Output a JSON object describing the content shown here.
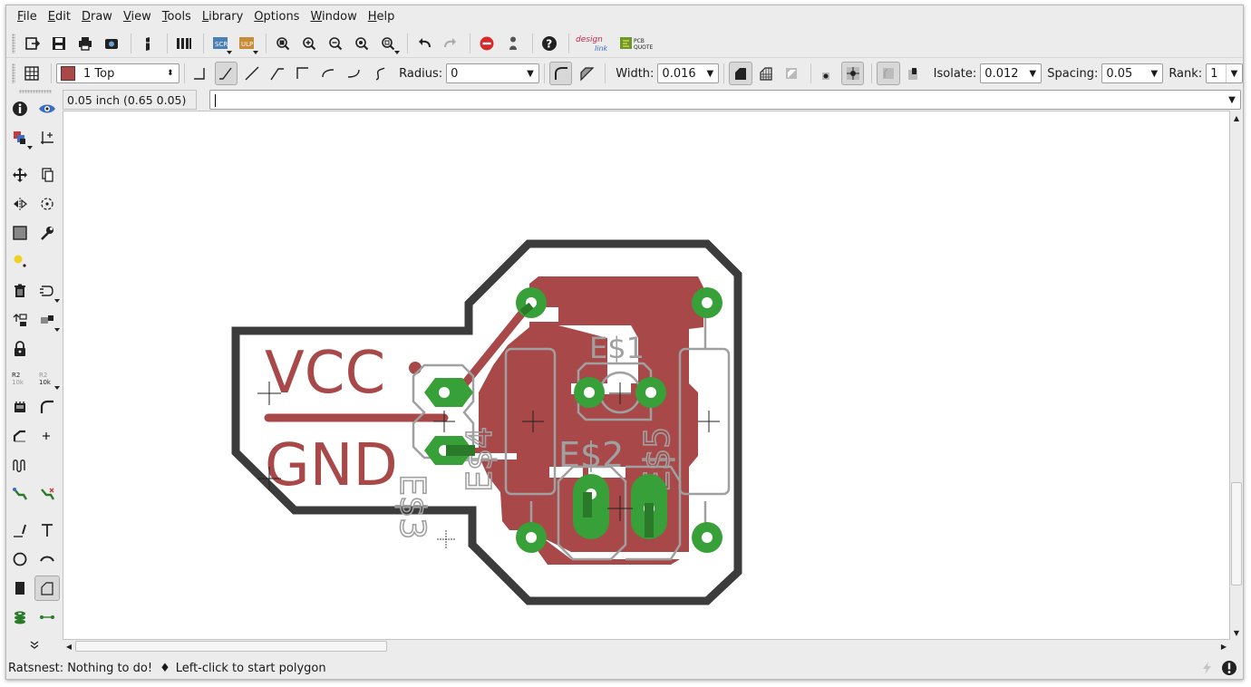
{
  "menu": [
    "File",
    "Edit",
    "Draw",
    "View",
    "Tools",
    "Library",
    "Options",
    "Window",
    "Help"
  ],
  "menu_underline": [
    "F",
    "E",
    "D",
    "V",
    "T",
    "L",
    "O",
    "W",
    "H"
  ],
  "layer": {
    "name": "1 Top",
    "color": "#a84848"
  },
  "params": {
    "radius_label": "Radius:",
    "radius_value": "0",
    "width_label": "Width:",
    "width_value": "0.016",
    "isolate_label": "Isolate:",
    "isolate_value": "0.012",
    "spacing_label": "Spacing:",
    "spacing_value": "0.05",
    "rank_label": "Rank:",
    "rank_value": "1"
  },
  "coordinate": "0.05 inch (0.65 0.05)",
  "command_value": "",
  "logos": {
    "designlink": "design link",
    "pcbquote": "PCB QUOTE"
  },
  "board": {
    "labels": {
      "vcc": "VCC",
      "gnd": "GND",
      "es1": "E$1",
      "es2": "E$2",
      "es3": "E$3",
      "es4": "E$4",
      "es5": "E$5"
    },
    "colors": {
      "outline": "#3c3c3c",
      "copper": "#a84848",
      "pad": "#38a038",
      "silk": "#a0a0a0"
    }
  },
  "status": {
    "ratsnest": "Ratsnest: Nothing to do!",
    "bullet": "♦",
    "hint": "Left-click to start polygon"
  }
}
